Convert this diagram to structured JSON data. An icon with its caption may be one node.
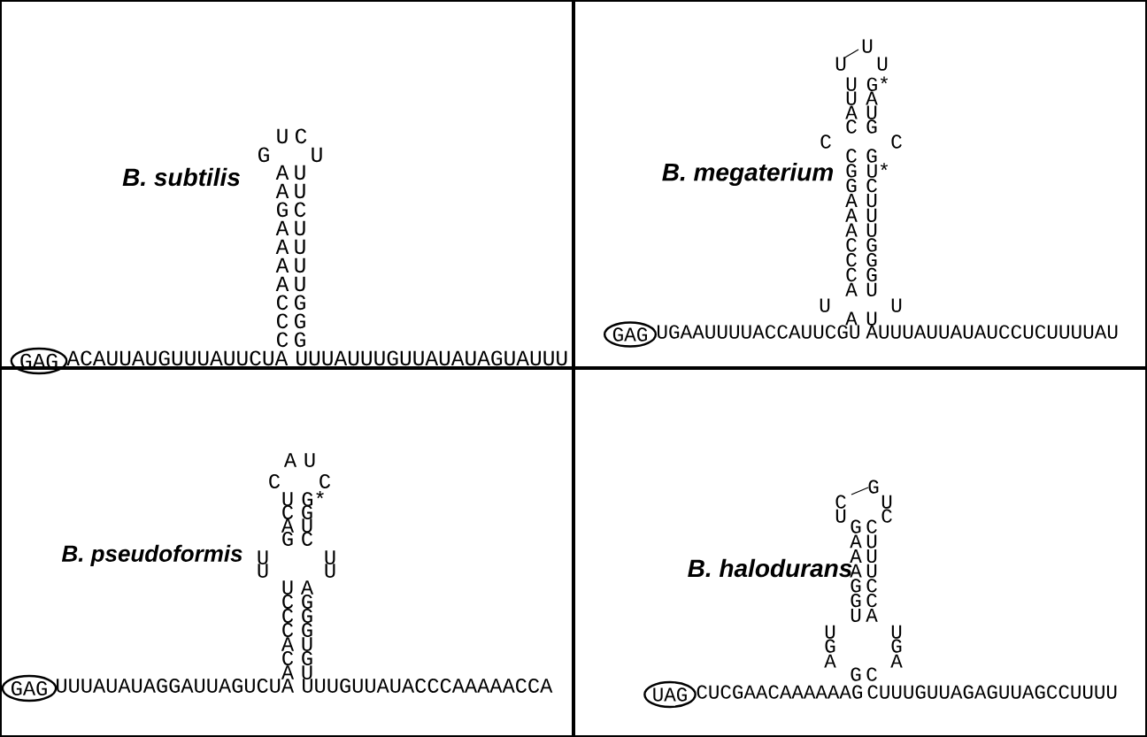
{
  "diagram": {
    "nodes": [
      {
        "text": [
          "B. subtilis"
        ]
      },
      {
        "text": [
          "GAG"
        ],
        "in": 0
      },
      {
        "text": [
          "B. megaterium"
        ]
      },
      {
        "text": [
          "GAG"
        ],
        "in": 2
      },
      {
        "text": [
          "B. pseudoformis"
        ]
      },
      {
        "text": [
          "GAG"
        ],
        "in": 4
      },
      {
        "text": [
          "B. halodurans"
        ]
      },
      {
        "text": [
          "UAG"
        ],
        "in": 6
      }
    ],
    "labels": [
      "U",
      "C",
      "G",
      "U",
      "A",
      "U",
      "A",
      "U",
      "G",
      "C",
      "A",
      "U",
      "A",
      "U",
      "A",
      "U",
      "A",
      "U",
      "C",
      "G",
      "C",
      "G",
      "C",
      "G",
      "ACAUUAUGUUUAUUCUA",
      "UUUAUUUGUUAUAUAGUAUUU",
      "U",
      "U",
      "U",
      "U",
      "G*",
      "U",
      "A",
      "A",
      "U",
      "C",
      "G",
      "C",
      "C",
      "C",
      "G",
      "G",
      "U*",
      "G",
      "C",
      "A",
      "U",
      "A",
      "U",
      "A",
      "U",
      "C",
      "G",
      "C",
      "G",
      "C",
      "G",
      "A",
      "U",
      "U",
      "U",
      "A",
      "U",
      "UGAAUUUUACCAUUCGU",
      "AUUUAUUAUAUCCUCUUUUAU",
      "A",
      "U",
      "C",
      "C",
      "U",
      "G*",
      "C",
      "G",
      "A",
      "U",
      "G",
      "C",
      "U",
      "U",
      "U",
      "U",
      "U",
      "A",
      "C",
      "G",
      "C",
      "G",
      "C",
      "G",
      "A",
      "U",
      "C",
      "G",
      "A",
      "U",
      "UUUAUAUAGGAUUAGUCUA",
      "UUUGUUAUACCCAAAAACCA",
      "G",
      "C",
      "U",
      "U",
      "C",
      "G",
      "C",
      "A",
      "U",
      "A",
      "U",
      "A",
      "U",
      "G",
      "C",
      "G",
      "C",
      "U",
      "A",
      "U",
      "U",
      "G",
      "G",
      "A",
      "A",
      "G",
      "C",
      "CUCGAACAAAAAAG",
      "CUUUGUUAGAGUUAGCCUUUU"
    ]
  }
}
